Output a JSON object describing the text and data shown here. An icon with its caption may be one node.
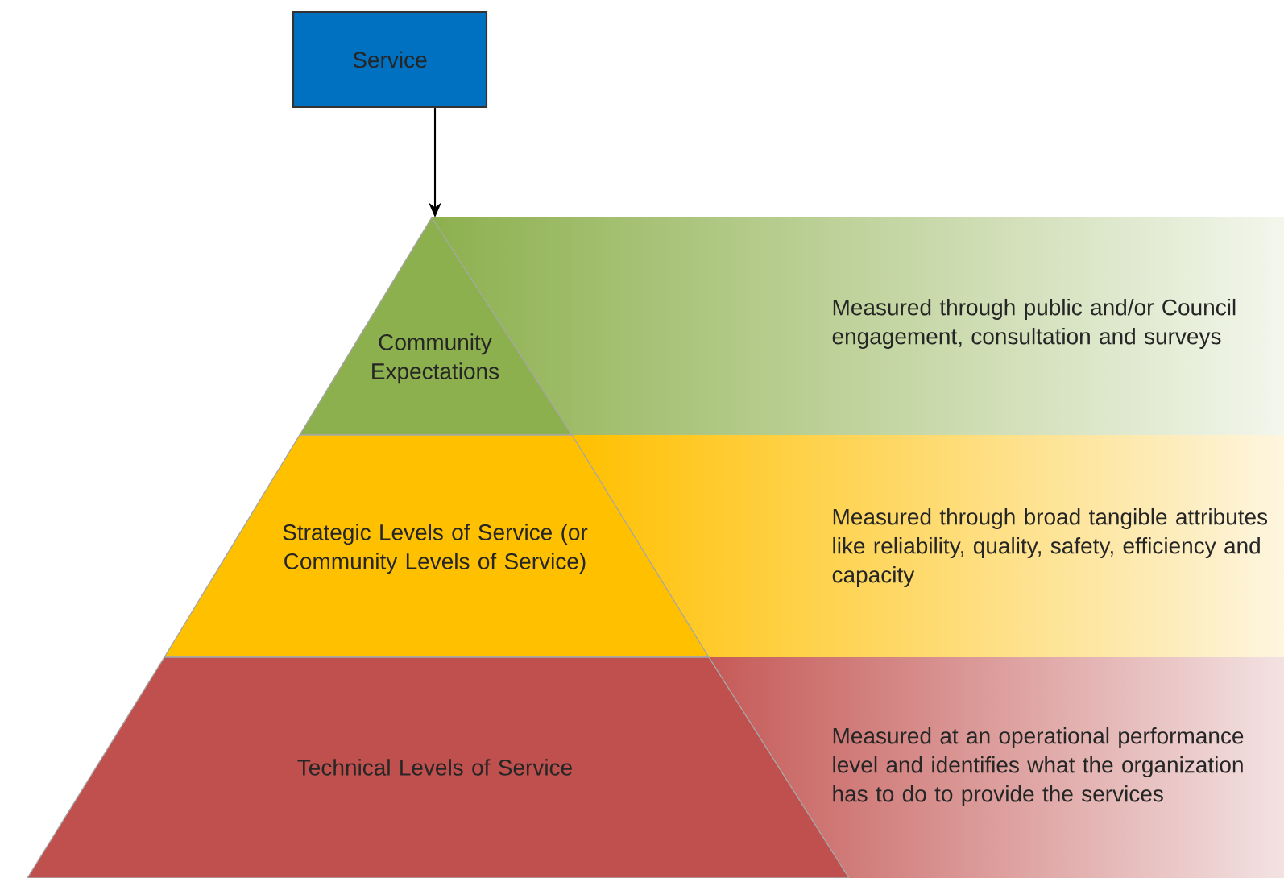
{
  "diagram": {
    "nodes": [
      {
        "text": [
          "Service"
        ]
      },
      {
        "text": [
          "Community Expectations"
        ]
      },
      {
        "text": [
          "Measured through public and/or Council engagement, consultation and surveys"
        ]
      },
      {
        "text": [
          "Strategic Levels of Service (or Community Levels of Service)"
        ]
      },
      {
        "text": [
          "Measured through broad tangible attributes like reliability, quality, safety, efficiency and capacity"
        ]
      },
      {
        "text": [
          "Technical Levels of Service"
        ]
      },
      {
        "text": [
          "Measured at an operational performance level and identifies what the organization has to do to provide the services"
        ]
      }
    ],
    "edges": [
      {
        "from": 0,
        "to": 1,
        "arrow": "to"
      }
    ]
  }
}
